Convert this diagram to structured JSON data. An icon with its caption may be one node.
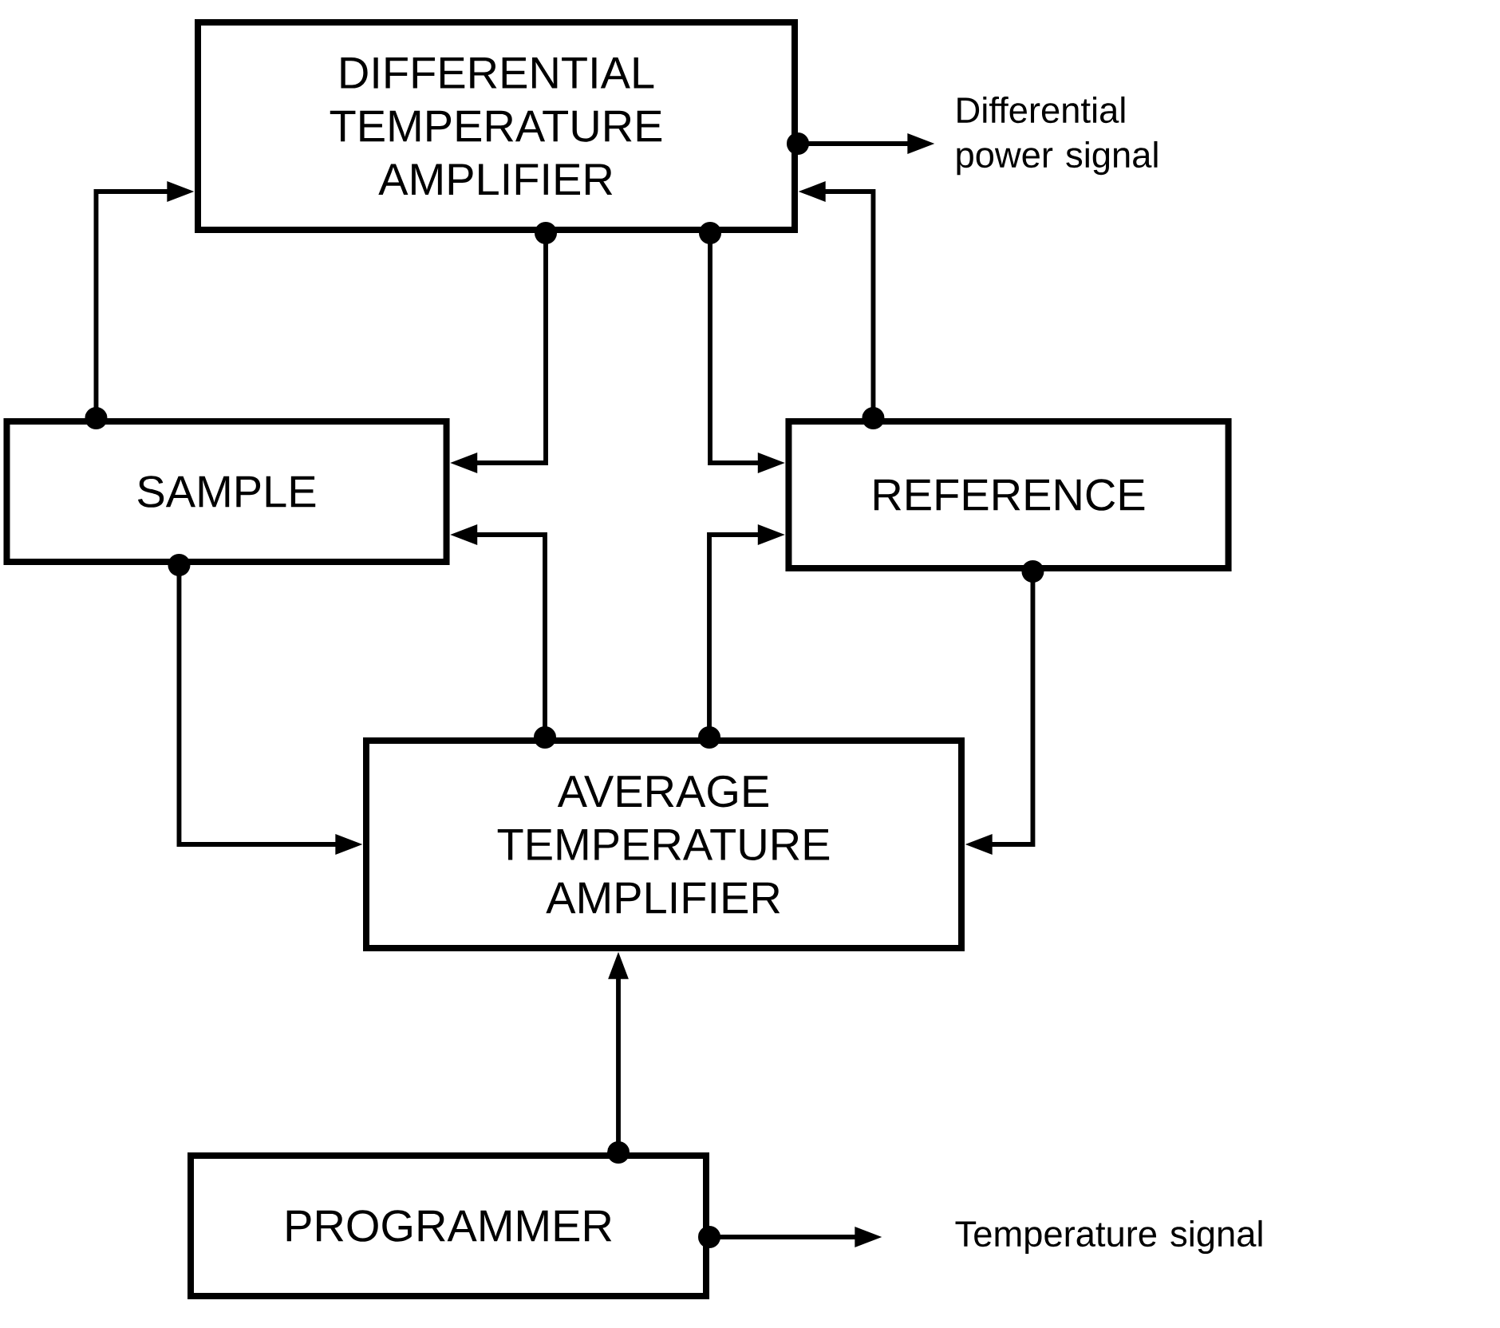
{
  "diagram": {
    "nodes": [
      {
        "text": [
          "DIFFERENTIAL TEMPERATURE AMPLIFIER"
        ]
      },
      {
        "text": [
          "Differential power signal"
        ]
      },
      {
        "text": [
          "SAMPLE"
        ]
      },
      {
        "text": [
          "REFERENCE"
        ]
      },
      {
        "text": [
          "AVERAGE TEMPERATURE AMPLIFIER"
        ]
      },
      {
        "text": [
          "PROGRAMMER"
        ]
      },
      {
        "text": [
          "Temperature signal"
        ]
      }
    ],
    "edges": [
      {
        "from": 0,
        "to": 1,
        "arrow": "to"
      },
      {
        "from": 2,
        "to": 0,
        "arrow": "to"
      },
      {
        "from": 3,
        "to": 0,
        "arrow": "to"
      },
      {
        "from": 0,
        "to": 2,
        "arrow": "to"
      },
      {
        "from": 0,
        "to": 3,
        "arrow": "to"
      },
      {
        "from": 4,
        "to": 2,
        "arrow": "to"
      },
      {
        "from": 4,
        "to": 3,
        "arrow": "to"
      },
      {
        "from": 2,
        "to": 4,
        "arrow": "to"
      },
      {
        "from": 3,
        "to": 4,
        "arrow": "to"
      },
      {
        "from": 5,
        "to": 4,
        "arrow": "to"
      },
      {
        "from": 5,
        "to": 6,
        "arrow": "to"
      }
    ]
  }
}
